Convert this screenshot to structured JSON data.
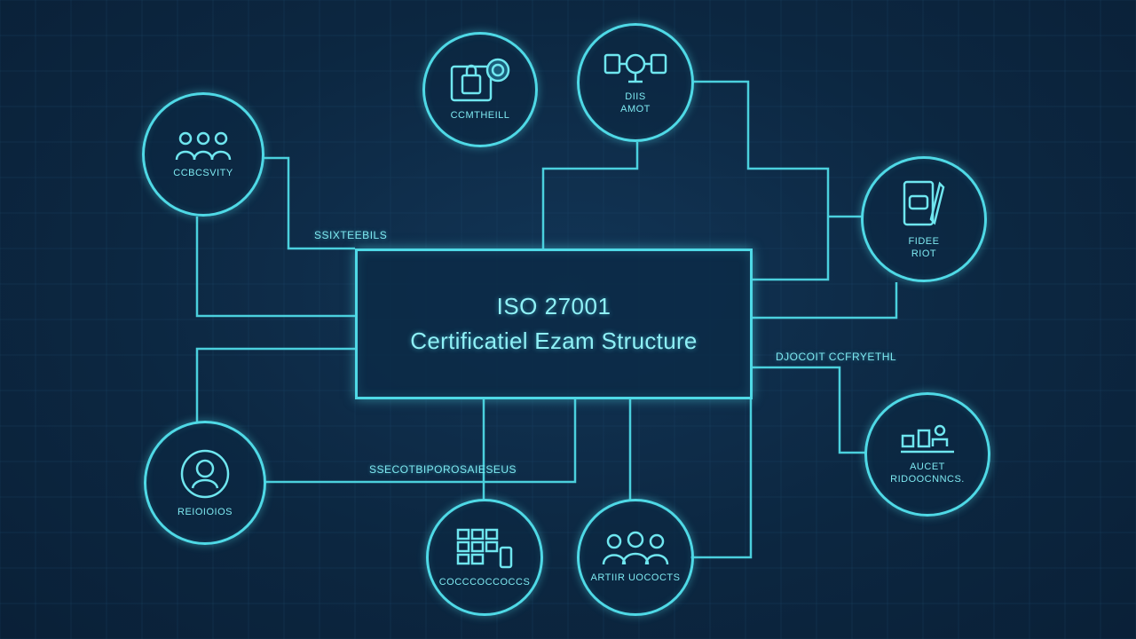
{
  "colors": {
    "background": "#0d2a44",
    "accent": "#4fd9e6",
    "text": "#8ff0f6"
  },
  "center": {
    "title": "ISO 27001",
    "subtitle": "Certificatiel Ezam Structure"
  },
  "nodes": {
    "top_left": {
      "icon": "people-icon",
      "label": "CCBCSVITY"
    },
    "top_center_left": {
      "icon": "lock-icon",
      "label": "CCMTHEILL"
    },
    "top_center_right": {
      "icon": "network-icon",
      "label": "DIIS\nAMOT"
    },
    "right_upper": {
      "icon": "document-icon",
      "label": "FIDEE\nRIOT"
    },
    "right_lower": {
      "icon": "users-icon",
      "label": "AUCET\nRIDOOCNNCS."
    },
    "bottom_left": {
      "icon": "person-icon",
      "label": "REIOIOIOS"
    },
    "bottom_center_left": {
      "icon": "blocks-icon",
      "label": "COCCCOCCOCCS"
    },
    "bottom_center_right": {
      "icon": "group-icon",
      "label": "ARTIIR UOCOCTS"
    }
  },
  "edges": {
    "top_left_label": "SSIXTEEBILS",
    "bottom_left_label": "SSECOTBIPOROSAIESEUS",
    "right_label": "DJOCOIT CCFRYETHL"
  }
}
